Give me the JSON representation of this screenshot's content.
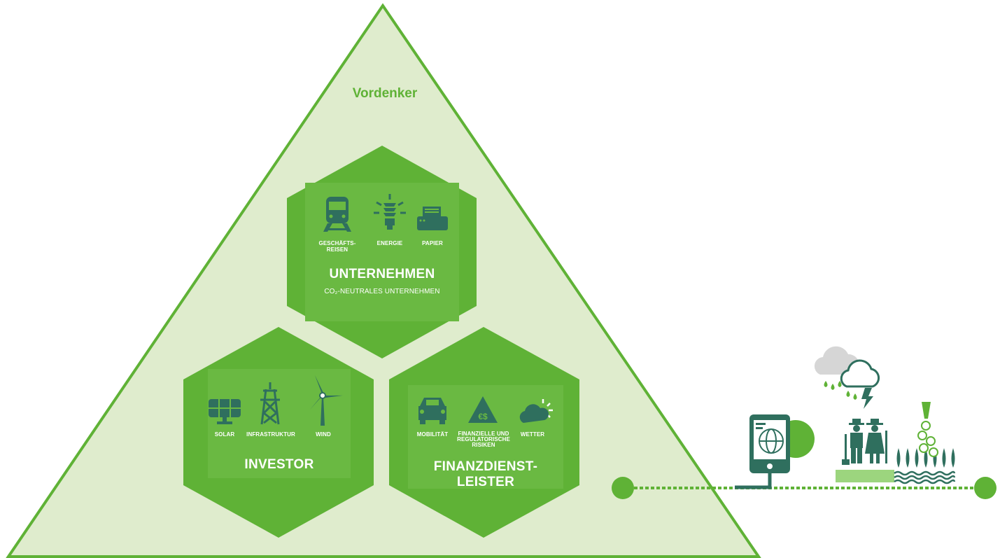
{
  "diagram": {
    "apex_label": "Vordenker",
    "colors": {
      "triangle_fill": "#dfeccd",
      "triangle_stroke": "#5fb236",
      "hex_fill": "#5fb236",
      "hex_inner": "#6ab942",
      "icon": "#2f6f5e",
      "connector": "#5fb236",
      "ground": "#9cd57e"
    },
    "hexagons": {
      "unternehmen": {
        "title": "UNTERNEHMEN",
        "subtitle": "CO₂-NEUTRALES UNTERNEHMEN",
        "icons": [
          {
            "name": "train-icon",
            "label": "GESCHÄFTS-\nREISEN"
          },
          {
            "name": "lightbulb-icon",
            "label": "ENERGIE"
          },
          {
            "name": "printer-icon",
            "label": "PAPIER"
          }
        ]
      },
      "investor": {
        "title": "INVESTOR",
        "icons": [
          {
            "name": "solar-panel-icon",
            "label": "SOLAR"
          },
          {
            "name": "power-pylon-icon",
            "label": "INFRASTRUKTUR"
          },
          {
            "name": "wind-turbine-icon",
            "label": "WIND"
          }
        ]
      },
      "finanzdienstleister": {
        "title": "FINANZDIENST-\nLEISTER",
        "icons": [
          {
            "name": "car-icon",
            "label": "MOBILITÄT"
          },
          {
            "name": "warning-currency-icon",
            "label": "FINANZIELLE UND\nREGULATORISCHE\nRISIKEN"
          },
          {
            "name": "weather-sun-cloud-icon",
            "label": "WETTER"
          }
        ]
      }
    },
    "right_side_icons": [
      "tablet-globe-icon",
      "rain-cloud-icon",
      "storm-cloud-icon",
      "farmers-icon",
      "wheat-field-icon",
      "money-funnel-icon"
    ]
  }
}
